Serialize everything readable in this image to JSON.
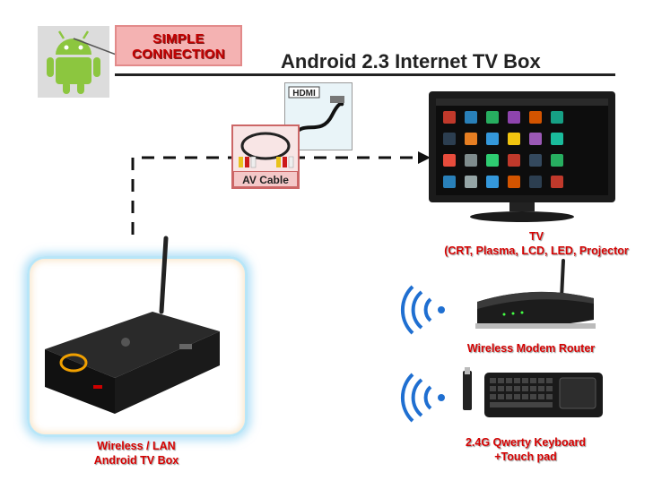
{
  "badge": {
    "line1": "SIMPLE",
    "line2": "CONNECTION"
  },
  "title": "Android 2.3 Internet TV Box",
  "av_cable": {
    "label": "AV Cable"
  },
  "hdmi": {
    "logo": "HDMI"
  },
  "tv": {
    "label_line1": "TV",
    "label_line2": "(CRT, Plasma, LCD, LED, Projector"
  },
  "router": {
    "label": "Wireless Modem Router"
  },
  "keyboard": {
    "label_line1": "2.4G Qwerty Keyboard",
    "label_line2": "+Touch pad"
  },
  "box": {
    "label_line1": "Wireless / LAN",
    "label_line2": "Android TV Box"
  },
  "colors": {
    "label_red": "#d40000",
    "badge_bg": "#f4b2b2",
    "wifi_blue": "#1f6fd1"
  },
  "icons": [
    "android-robot-icon",
    "hdmi-cable-icon",
    "av-cable-icon",
    "tv-icon",
    "router-icon",
    "keyboard-icon",
    "wifi-signal-icon",
    "android-tv-box-icon"
  ]
}
